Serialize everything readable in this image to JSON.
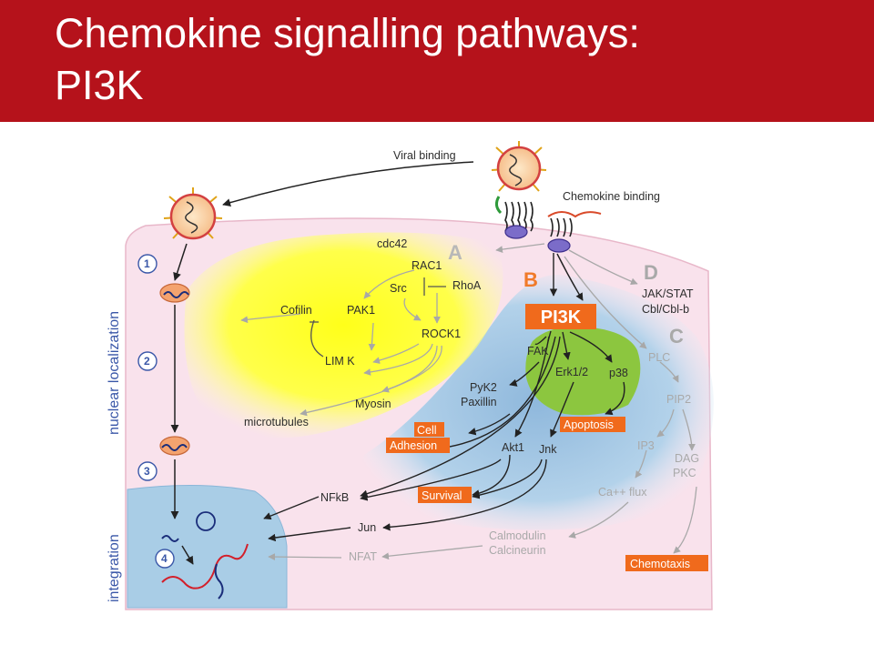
{
  "slide": {
    "title_line1": "Chemokine signalling pathways:",
    "title_line2": "PI3K",
    "title_bg": "#b5121b"
  },
  "diagram": {
    "labels": {
      "viral_binding": "Viral binding",
      "chemokine_binding": "Chemokine binding",
      "cdc42": "cdc42",
      "rac1": "RAC1",
      "rhoa": "RhoA",
      "src": "Src",
      "pak1": "PAK1",
      "cofilin": "Cofilin",
      "rock1": "ROCK1",
      "limk": "LIM K",
      "myosin": "Myosin",
      "microtubules": "microtubules",
      "fak": "FAK",
      "pyk2": "PyK2",
      "paxillin": "Paxillin",
      "erk": "Erk1/2",
      "p38": "p38",
      "akt1": "Akt1",
      "jnk": "Jnk",
      "nfkb": "NFkB",
      "jun": "Jun",
      "nfat": "NFAT",
      "jakstat": "JAK/STAT",
      "cbl": "Cbl/Cbl-b",
      "plc": "PLC",
      "pip2": "PIP2",
      "ip3": "IP3",
      "dag": "DAG",
      "pkc": "PKC",
      "ca_flux": "Ca++ flux",
      "calmodulin": "Calmodulin",
      "calcineurin": "Calcineurin"
    },
    "regions": {
      "a": "A",
      "b": "B",
      "c": "C",
      "d": "D"
    },
    "boxes": {
      "pi3k": "PI3K",
      "cell": "Cell",
      "adhesion": "Adhesion",
      "apoptosis": "Apoptosis",
      "survival": "Survival",
      "chemotaxis": "Chemotaxis"
    },
    "steps": [
      "1",
      "2",
      "3",
      "4"
    ],
    "side_labels": {
      "nuclear": "nuclear localization",
      "integration": "integration"
    },
    "colors": {
      "box_orange": "#f06a1c",
      "region_a_yellow": "#ffff1a",
      "region_b_blue": "#9fc3e0",
      "region_green": "#8cc63f",
      "cell_pink": "#f9e2ec",
      "nucleus_blue": "#a9cde6",
      "side_text_blue": "#3a57a8"
    }
  }
}
